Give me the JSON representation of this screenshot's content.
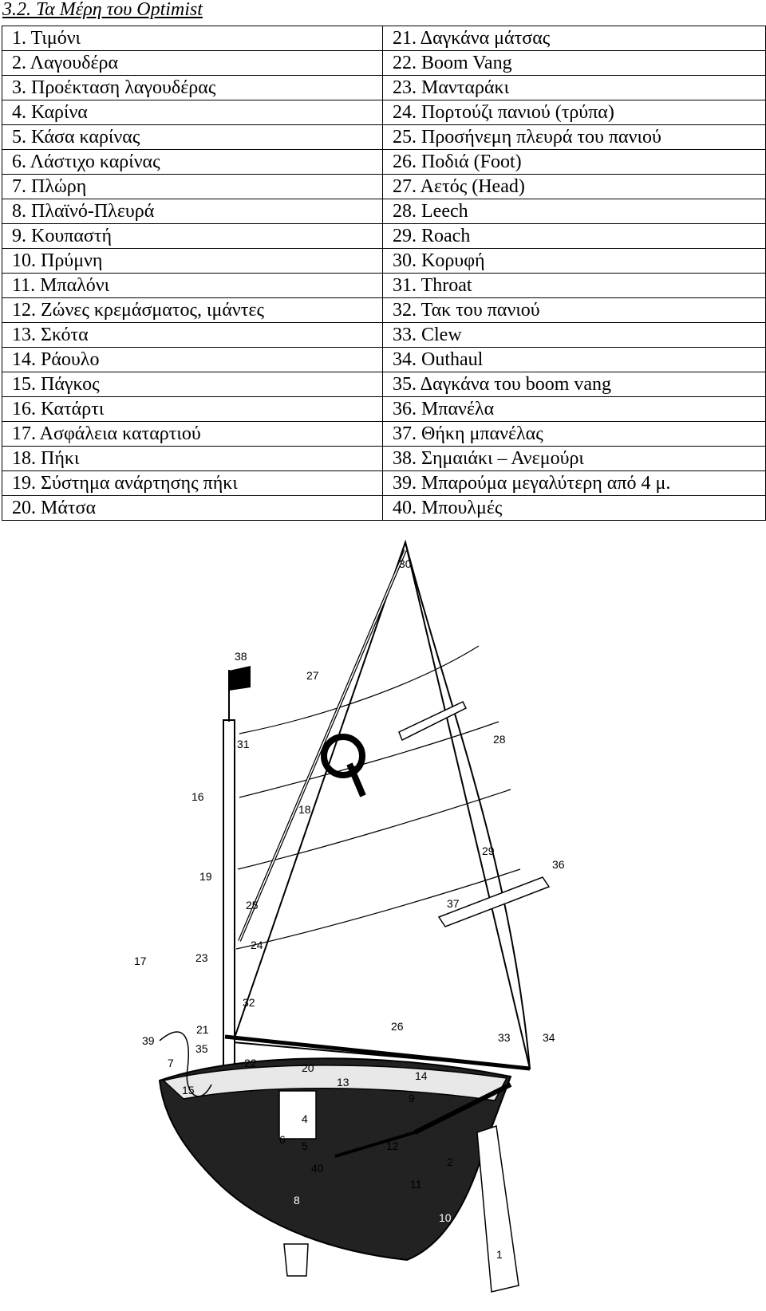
{
  "heading": "3.2. Τα Μέρη του Optimist",
  "parts_rows": [
    [
      "1. Τιμόνι",
      "21. Δαγκάνα μάτσας"
    ],
    [
      "2. Λαγουδέρα",
      "22. Boom Vang"
    ],
    [
      "3. Προέκταση λαγουδέρας",
      "23. Μανταράκι"
    ],
    [
      "4. Καρίνα",
      "24. Πορτούζι πανιού (τρύπα)"
    ],
    [
      "5. Κάσα καρίνας",
      "25. Προσήνεμη πλευρά του πανιού"
    ],
    [
      "6. Λάστιχο καρίνας",
      "26. Ποδιά (Foot)"
    ],
    [
      "7. Πλώρη",
      "27. Αετός (Head)"
    ],
    [
      "8. Πλαϊνό-Πλευρά",
      "28. Leech"
    ],
    [
      "9. Κουπαστή",
      "29. Roach"
    ],
    [
      "10. Πρύμνη",
      "30. Κορυφή"
    ],
    [
      "11. Μπαλόνι",
      "31. Throat"
    ],
    [
      "12. Ζώνες κρεμάσματος, ιμάντες",
      "32. Τακ του πανιού"
    ],
    [
      "13. Σκότα",
      "33. Clew"
    ],
    [
      "14. Ράουλο",
      "34. Outhaul"
    ],
    [
      "15. Πάγκος",
      "35. Δαγκάνα του boom vang"
    ],
    [
      "16. Κατάρτι",
      "36. Μπανέλα"
    ],
    [
      "17. Ασφάλεια καταρτιού",
      "37. Θήκη μπανέλας"
    ],
    [
      "18. Πήκι",
      "38. Σημαιάκι – Ανεμούρι"
    ],
    [
      "19. Σύστημα ανάρτησης πήκι",
      "39. Μπαρούμα μεγαλύτερη από 4 μ."
    ],
    [
      "20. Μάτσα",
      "40. Μπουλμές"
    ]
  ],
  "diagram": {
    "sail_insignia": "Q",
    "callouts": [
      "30",
      "38",
      "27",
      "31",
      "28",
      "16",
      "18",
      "29",
      "36",
      "19",
      "25",
      "37",
      "24",
      "23",
      "17",
      "32",
      "21",
      "26",
      "33",
      "34",
      "39",
      "35",
      "7",
      "22",
      "20",
      "14",
      "13",
      "9",
      "15",
      "4",
      "6",
      "5",
      "12",
      "40",
      "2",
      "11",
      "8",
      "10",
      "1"
    ]
  }
}
